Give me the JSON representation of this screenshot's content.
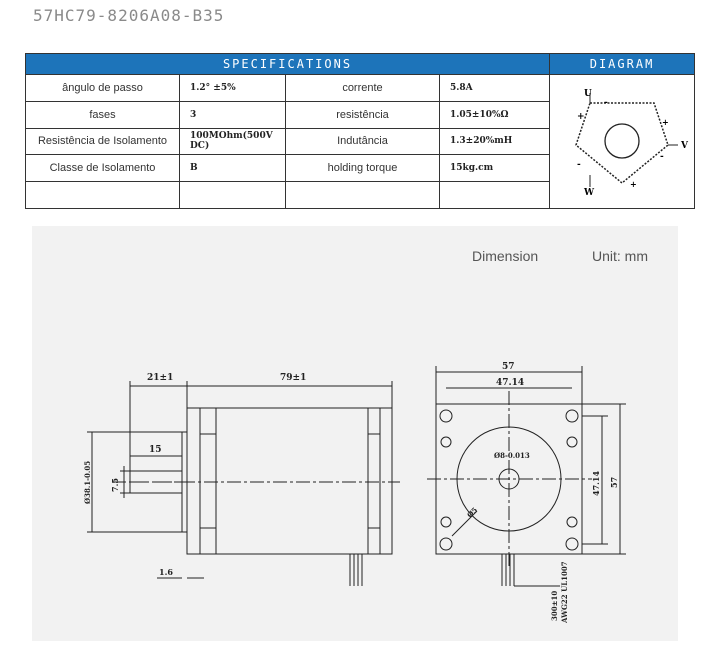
{
  "model": "57HC79-8206A08-B35",
  "headers": {
    "specifications": "SPECIFICATIONS",
    "diagram": "DIAGRAM"
  },
  "specs": [
    {
      "label1": "ângulo de passo",
      "value1": "1.2° ±5%",
      "label2": "corrente",
      "value2": "5.8A"
    },
    {
      "label1": "fases",
      "value1": "3",
      "label2": "resistência",
      "value2": "1.05±10%Ω"
    },
    {
      "label1": "Resistência de Isolamento",
      "value1": "100MOhm(500V DC)",
      "label2": "Indutância",
      "value2": "1.3±20%mH"
    },
    {
      "label1": "Classe de Isolamento",
      "value1": "B",
      "label2": "holding torque",
      "value2": "15kg.cm"
    }
  ],
  "wiring": {
    "u": "U",
    "v": "V",
    "w": "W"
  },
  "dimension": {
    "title": "Dimension",
    "unit": "Unit: mm",
    "labels": {
      "shaft_len": "21±1",
      "body_len": "79±1",
      "flat_len": "15",
      "shaft_dia": "7.5",
      "boss_dia": "Ø38.1-0.05",
      "flange_thk": "1.6",
      "width": "57",
      "hole_pitch": "47.14",
      "shaft_hole": "Ø8-0.013",
      "holes": "Ø5",
      "height_pitch": "47.14",
      "height": "57",
      "lead_len": "300±10",
      "lead_type": "AWG22 UL1007"
    }
  }
}
